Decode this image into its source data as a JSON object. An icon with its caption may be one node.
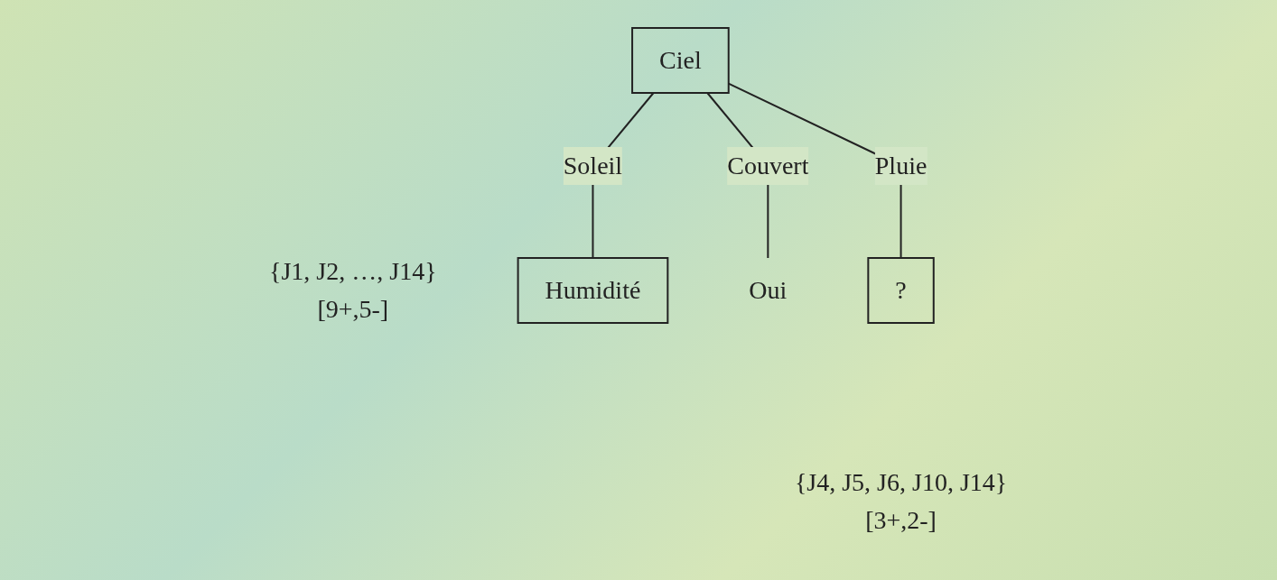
{
  "diagram": {
    "nodes": [
      {
        "text": [
          "Ciel"
        ],
        "beside": [
          "{J1, J2, …, J14}",
          "[9+,5-]"
        ]
      },
      {
        "text": [
          "Humidité"
        ]
      },
      {
        "text": [
          "Oui"
        ]
      },
      {
        "text": [
          "?"
        ],
        "beside": [
          "{J4, J5, J6, J10, J14}",
          "[3+,2-]"
        ]
      }
    ],
    "edges": [
      {
        "from": 0,
        "to": 1,
        "arrow": "none",
        "label": "Soleil"
      },
      {
        "from": 0,
        "to": 2,
        "arrow": "none",
        "label": "Couvert"
      },
      {
        "from": 0,
        "to": 3,
        "arrow": "none",
        "label": "Pluie"
      }
    ]
  }
}
